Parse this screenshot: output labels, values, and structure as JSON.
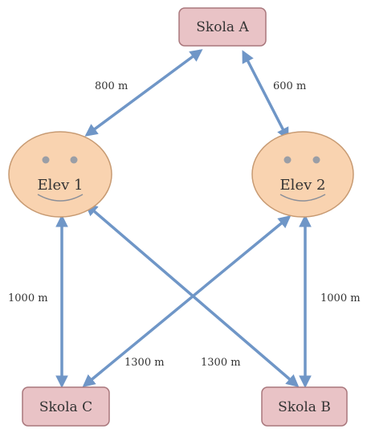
{
  "nodes": {
    "school_a": {
      "label": "Skola A"
    },
    "school_b": {
      "label": "Skola B"
    },
    "school_c": {
      "label": "Skola C"
    },
    "student_1": {
      "label": "Elev 1"
    },
    "student_2": {
      "label": "Elev 2"
    }
  },
  "distances": {
    "student1_school_a": "800 m",
    "student2_school_a": "600 m",
    "student1_school_c": "1000 m",
    "student2_school_b": "1000 m",
    "student2_school_c": "1300 m",
    "student1_school_b": "1300 m"
  },
  "colors": {
    "school_fill": "#e9c3c6",
    "school_stroke": "#a9777c",
    "face_fill": "#f9d3b0",
    "face_stroke": "#c79a72",
    "eye_fill": "#9a9ea6",
    "arrow": "#6f96c7"
  }
}
